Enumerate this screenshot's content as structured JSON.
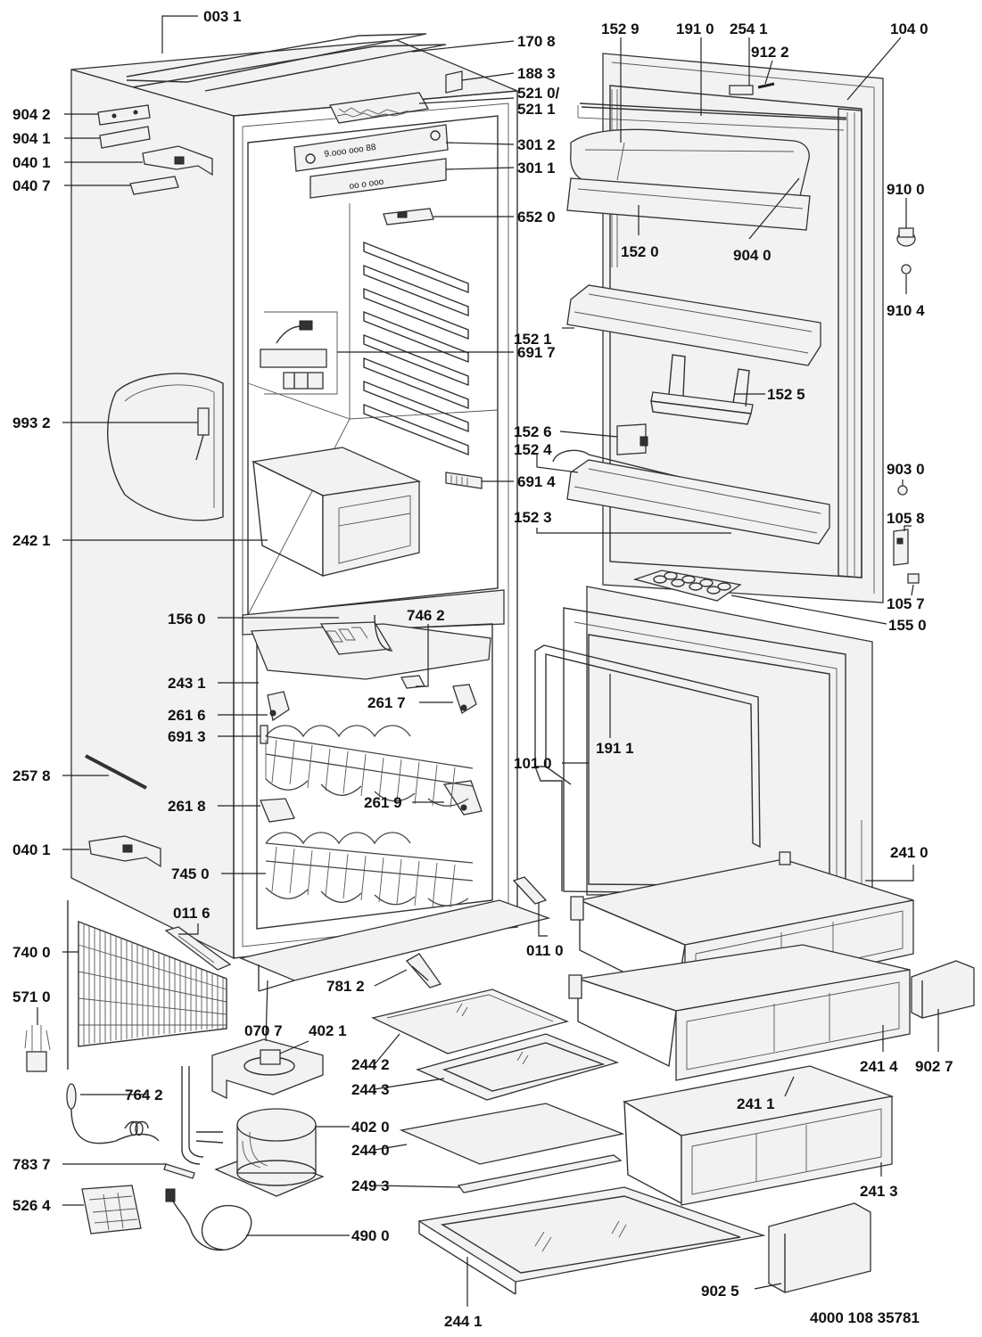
{
  "labels": {
    "l0031": "003 1",
    "l1708": "170 8",
    "l1883": "188 3",
    "l5210": "521 0/",
    "l5211": "521 1",
    "l3012": "301 2",
    "l3011": "301 1",
    "l6520": "652 0",
    "l6917": "691 7",
    "l9932": "993 2",
    "l6914": "691 4",
    "l2421": "242 1",
    "l1560": "156 0",
    "l7462": "746 2",
    "l2431": "243 1",
    "l2616": "261 6",
    "l2617": "261 7",
    "l6913": "691 3",
    "l2578": "257 8",
    "l2618": "261 8",
    "l2619": "261 9",
    "l0401b": "040 1",
    "l7450": "745 0",
    "l0116": "011 6",
    "l0110": "011 0",
    "l7400": "740 0",
    "l5710": "571 0",
    "l7812": "781 2",
    "l0707": "070 7",
    "l4021": "402 1",
    "l2442": "244 2",
    "l2443": "244 3",
    "l7642": "764 2",
    "l4020": "402 0",
    "l2440": "244 0",
    "l7837": "783 7",
    "l2493": "249 3",
    "l5264": "526 4",
    "l4900": "490 0",
    "l2441": "244 1",
    "l9042": "904 2",
    "l9041": "904 1",
    "l0401a": "040 1",
    "l0407": "040 7",
    "l1529": "152 9",
    "l1910": "191 0",
    "l2541": "254 1",
    "l9122": "912 2",
    "l1040": "104 0",
    "l1520": "152 0",
    "l9040": "904 0",
    "l9100": "910 0",
    "l9104": "910 4",
    "l1521": "152 1",
    "l1525": "152 5",
    "l1526": "152 6",
    "l1524": "152 4",
    "l9030": "903 0",
    "l1523": "152 3",
    "l1058": "105 8",
    "l1057": "105 7",
    "l1550": "155 0",
    "l1911": "191 1",
    "l1010": "101 0",
    "l2410": "241 0",
    "l2414": "241 4",
    "l9027": "902 7",
    "l2411": "241 1",
    "l2413": "241 3",
    "l9025": "902 5",
    "docnum": "4000 108 35781"
  },
  "display_texts": {
    "display1": "9.ooo  ooo 88",
    "display2": "oo o  ooo"
  }
}
